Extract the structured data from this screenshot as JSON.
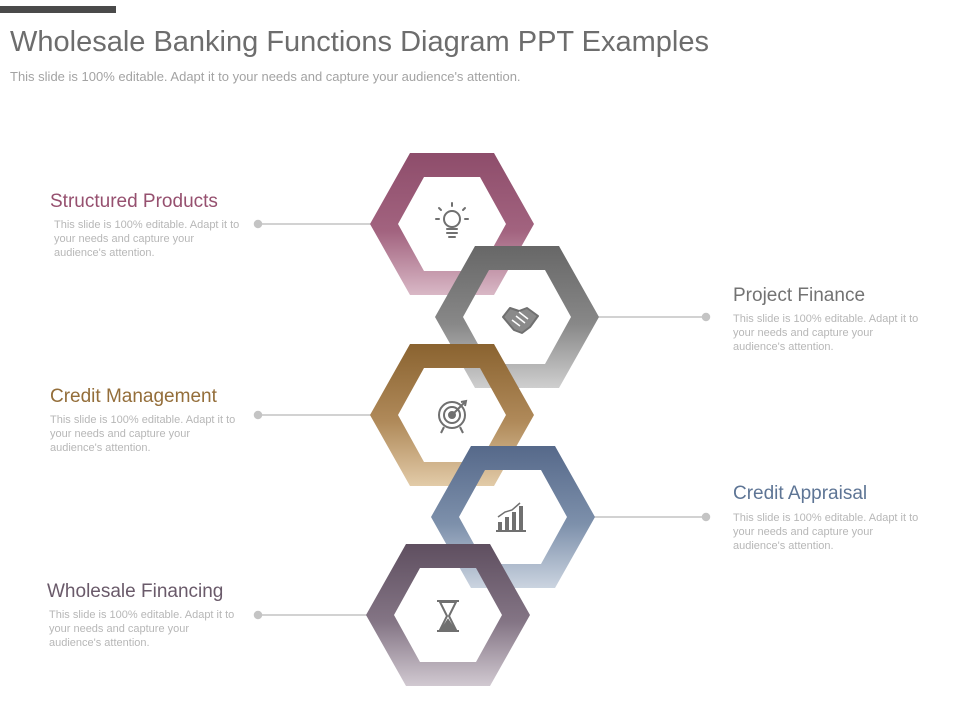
{
  "slide": {
    "title": "Wholesale Banking Functions Diagram PPT Examples",
    "subtitle": "This slide is 100% editable. Adapt it to your needs and capture your audience's attention."
  },
  "items": [
    {
      "heading": "Structured Products",
      "description": "This slide is 100% editable. Adapt it to your needs and capture your audience's attention.",
      "icon": "lightbulb-icon",
      "color": "#96506f"
    },
    {
      "heading": "Project Finance",
      "description": "This slide is 100% editable. Adapt it to your needs and capture your audience's attention.",
      "icon": "handshake-icon",
      "color": "#737373"
    },
    {
      "heading": "Credit Management",
      "description": "This slide is 100% editable. Adapt it to your needs and capture your audience's attention.",
      "icon": "target-icon",
      "color": "#946e3a"
    },
    {
      "heading": "Credit Appraisal",
      "description": "This slide is 100% editable. Adapt it to your needs and capture your audience's attention.",
      "icon": "bar-chart-icon",
      "color": "#5e7595"
    },
    {
      "heading": "Wholesale Financing",
      "description": "This slide is 100% editable. Adapt it to your needs and capture your audience's attention.",
      "icon": "hourglass-icon",
      "color": "#6a5a6a"
    }
  ]
}
